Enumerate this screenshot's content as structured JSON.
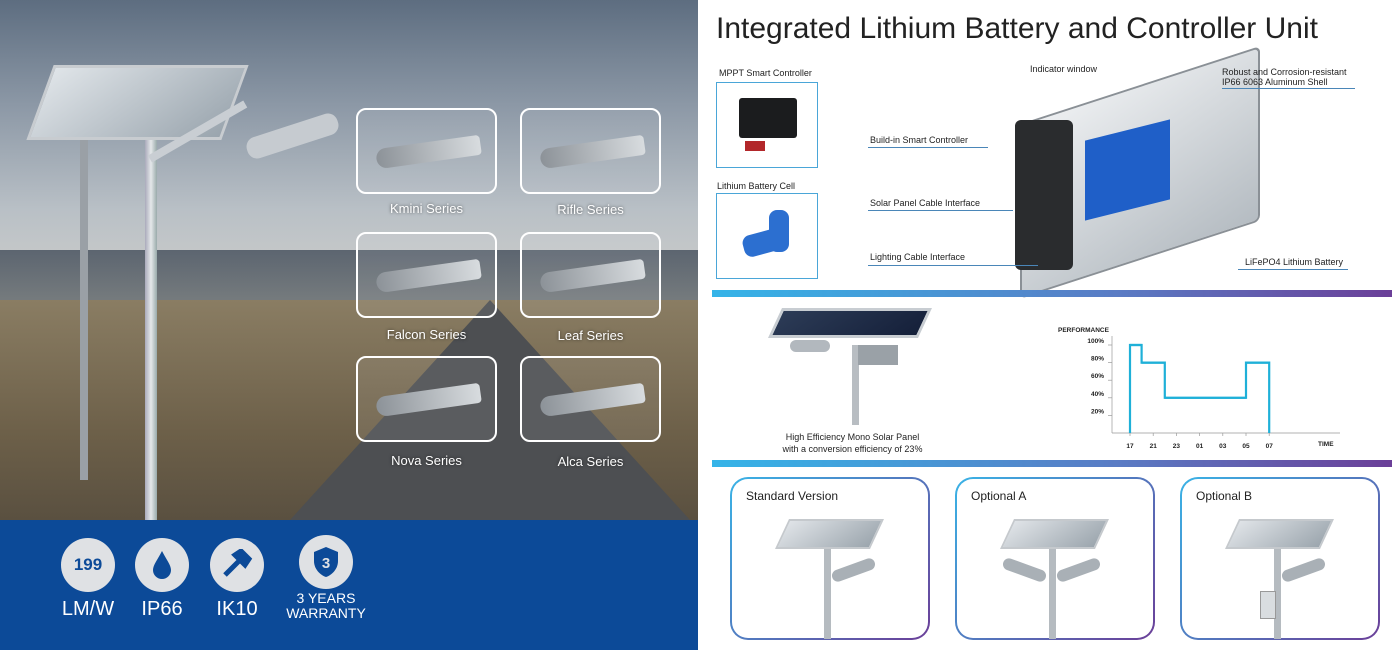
{
  "left": {
    "series": [
      {
        "label": "Kmini Series"
      },
      {
        "label": "Rifle Series"
      },
      {
        "label": "Falcon Series"
      },
      {
        "label": "Leaf Series"
      },
      {
        "label": "Nova Series"
      },
      {
        "label": "Alca Series"
      }
    ],
    "badges": [
      {
        "icon": "199",
        "label": "LM/W",
        "icon_name": "efficacy-icon"
      },
      {
        "icon": "",
        "label": "IP66",
        "icon_name": "water-drop-icon"
      },
      {
        "icon": "",
        "label": "IK10",
        "icon_name": "hammer-icon"
      },
      {
        "icon": "3",
        "label": "3 YEARS WARRANTY",
        "icon_name": "shield-icon"
      }
    ],
    "band_color": "#0c4a98"
  },
  "right": {
    "title": "Integrated Lithium Battery and Controller Unit",
    "controller_label": "MPPT Smart Controller",
    "cell_label": "Lithium Battery Cell",
    "callouts": {
      "indicator": "Indicator window",
      "shell": "Robust and Corrosion-resistant IP66 6063 Aluminum Shell",
      "builtin": "Build-in Smart Controller",
      "solar_cable": "Solar Panel Cable Interface",
      "lighting_cable": "Lighting Cable Interface",
      "battery": "LiFePO4 Lithium Battery"
    },
    "solar_caption_1": "High Efficiency Mono Solar Panel",
    "solar_caption_2": "with a conversion efficiency of 23%",
    "versions": [
      {
        "label": "Standard Version"
      },
      {
        "label": "Optional A"
      },
      {
        "label": "Optional B"
      }
    ],
    "accent_start": "#35b4e8",
    "accent_end": "#6b3f98"
  },
  "chart_data": {
    "type": "line",
    "ylabel": "PERFORMANCE",
    "xlabel": "TIME",
    "x_ticks": [
      "17",
      "21",
      "23",
      "01",
      "03",
      "05",
      "07"
    ],
    "y_ticks": [
      "100%",
      "80%",
      "60%",
      "40%",
      "20%"
    ],
    "ylim": [
      0,
      100
    ],
    "steps": [
      {
        "from": "17",
        "to": "19",
        "value": 100
      },
      {
        "from": "19",
        "to": "22",
        "value": 80
      },
      {
        "from": "22",
        "to": "05",
        "value": 40
      },
      {
        "from": "05",
        "to": "07",
        "value": 80
      }
    ],
    "color": "#1fb0d8",
    "grid": false
  }
}
